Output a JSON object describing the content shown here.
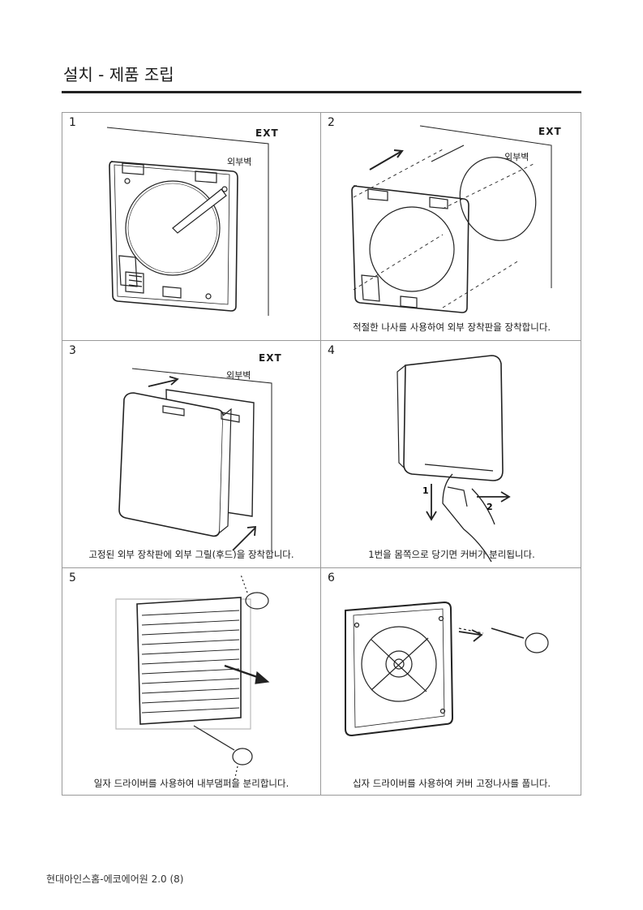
{
  "page": {
    "title": "설치 - 제품 조립",
    "footer": "현대아인스홈-에코에어원 2.0 (8)"
  },
  "steps": [
    {
      "number": "1",
      "ext": "EXT",
      "wall": "외부벽",
      "caption": ""
    },
    {
      "number": "2",
      "ext": "EXT",
      "wall": "외부벽",
      "caption": "적절한 나사를 사용하여 외부 장착판을 장착합니다."
    },
    {
      "number": "3",
      "ext": "EXT",
      "wall": "외부벽",
      "caption": "고정된 외부 장착판에 외부 그릴(후드)을 장착합니다."
    },
    {
      "number": "4",
      "arrow1": "1",
      "arrow2": "2",
      "caption": "1번을 몸쪽으로 당기면 커버가 분리됩니다."
    },
    {
      "number": "5",
      "caption": "일자 드라이버를 사용하여 내부댐퍼을 분리합니다."
    },
    {
      "number": "6",
      "caption": "십자 드라이버를 사용하여 커버 고정나사를  풉니다."
    }
  ]
}
